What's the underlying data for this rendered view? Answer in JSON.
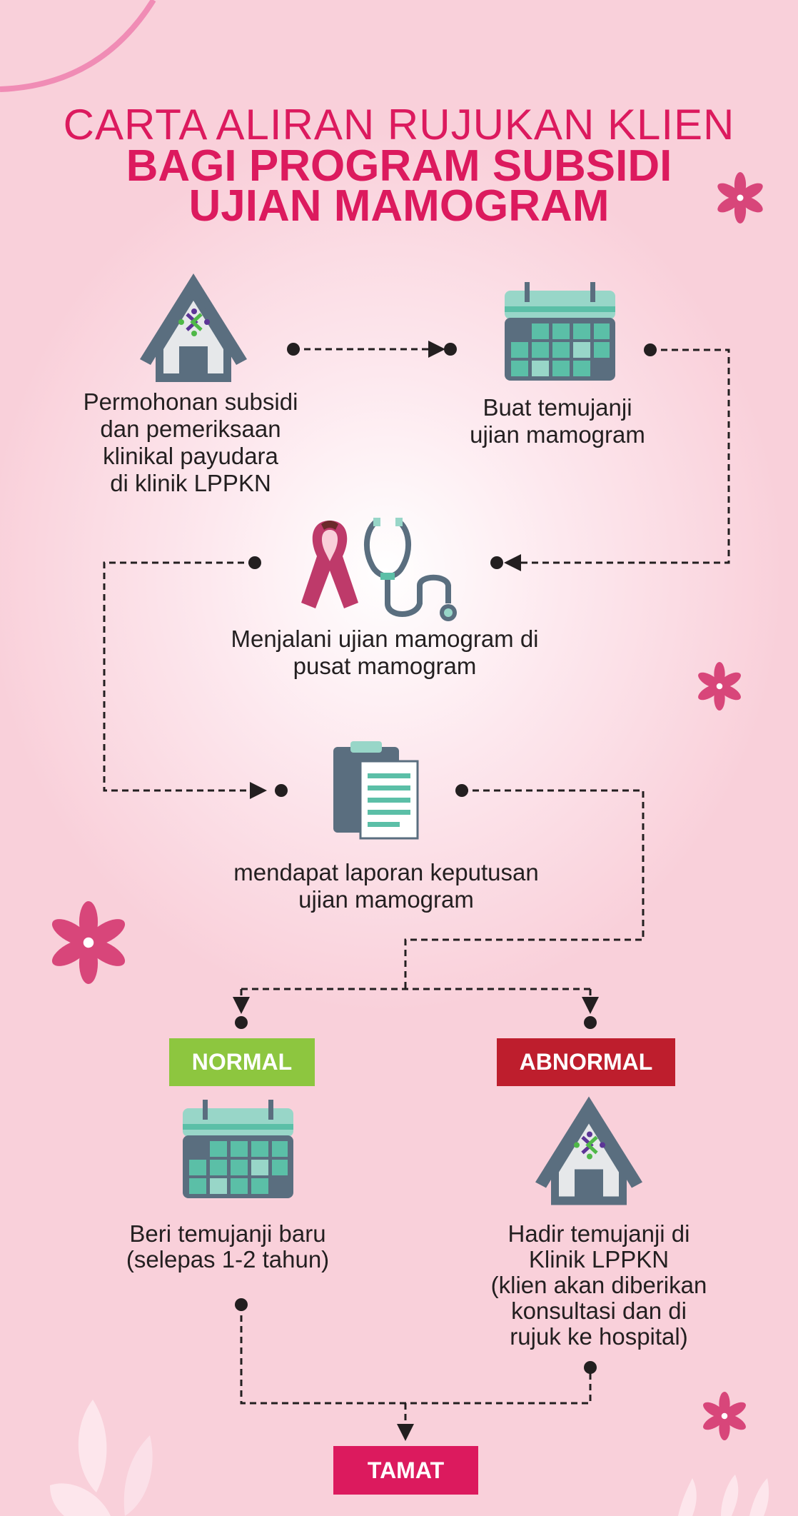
{
  "title": {
    "line1": "CARTA ALIRAN RUJUKAN KLIEN",
    "line2": "BAGI PROGRAM SUBSIDI",
    "line3": "UJIAN MAMOGRAM"
  },
  "steps": {
    "apply": "Permohonan subsidi\ndan pemeriksaan\nklinikal payudara\ndi klinik LPPKN",
    "appointment": "Buat temujanji\nujian mamogram",
    "mammogram": "Menjalani ujian mamogram di\npusat mamogram",
    "report": "mendapat laporan keputusan\nujian mamogram"
  },
  "normal": {
    "label": "NORMAL",
    "text": "Beri temujanji baru\n(selepas 1-2 tahun)"
  },
  "abnormal": {
    "label": "ABNORMAL",
    "text": "Hadir temujanji di\nKlinik LPPKN\n(klien akan diberikan\nkonsultasi dan di\nrujuk ke hospital)"
  },
  "end": {
    "label": "TAMAT"
  },
  "colors": {
    "accent": "#dc1a5e",
    "normal": "#8dc63f",
    "abnormal": "#be1e2d",
    "slate": "#5a6e7f",
    "teal": "#5bbfa7"
  }
}
